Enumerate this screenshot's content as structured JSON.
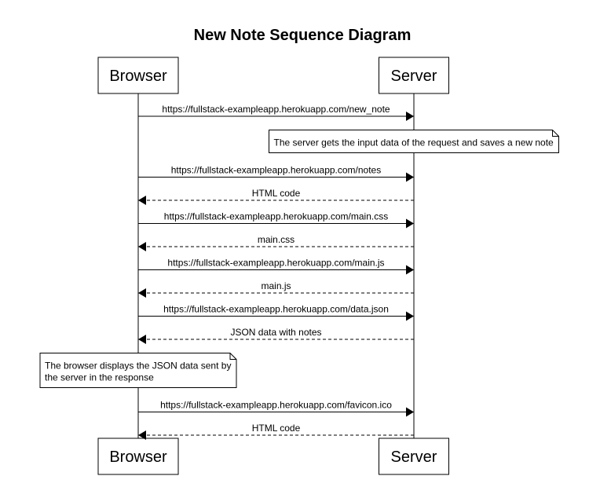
{
  "title": "New Note Sequence Diagram",
  "participants": [
    {
      "id": "browser",
      "label": "Browser"
    },
    {
      "id": "server",
      "label": "Server"
    }
  ],
  "steps": [
    {
      "kind": "message",
      "from": "browser",
      "to": "server",
      "style": "solid",
      "text": "https://fullstack-exampleapp.herokuapp.com/new_note"
    },
    {
      "kind": "note",
      "over": "server",
      "lines": [
        "The server gets the input data of the request and saves a new note"
      ]
    },
    {
      "kind": "message",
      "from": "browser",
      "to": "server",
      "style": "solid",
      "text": "https://fullstack-exampleapp.herokuapp.com/notes"
    },
    {
      "kind": "message",
      "from": "server",
      "to": "browser",
      "style": "dashed",
      "text": "HTML code"
    },
    {
      "kind": "message",
      "from": "browser",
      "to": "server",
      "style": "solid",
      "text": "https://fullstack-exampleapp.herokuapp.com/main.css"
    },
    {
      "kind": "message",
      "from": "server",
      "to": "browser",
      "style": "dashed",
      "text": "main.css"
    },
    {
      "kind": "message",
      "from": "browser",
      "to": "server",
      "style": "solid",
      "text": "https://fullstack-exampleapp.herokuapp.com/main.js"
    },
    {
      "kind": "message",
      "from": "server",
      "to": "browser",
      "style": "dashed",
      "text": "main.js"
    },
    {
      "kind": "message",
      "from": "browser",
      "to": "server",
      "style": "solid",
      "text": "https://fullstack-exampleapp.herokuapp.com/data.json"
    },
    {
      "kind": "message",
      "from": "server",
      "to": "browser",
      "style": "dashed",
      "text": "JSON data with notes"
    },
    {
      "kind": "note",
      "over": "browser",
      "lines": [
        "The browser displays the JSON data sent by",
        "the server in the response"
      ]
    },
    {
      "kind": "message",
      "from": "browser",
      "to": "server",
      "style": "solid",
      "text": "https://fullstack-exampleapp.herokuapp.com/favicon.ico"
    },
    {
      "kind": "message",
      "from": "server",
      "to": "browser",
      "style": "dashed",
      "text": "HTML code"
    }
  ]
}
